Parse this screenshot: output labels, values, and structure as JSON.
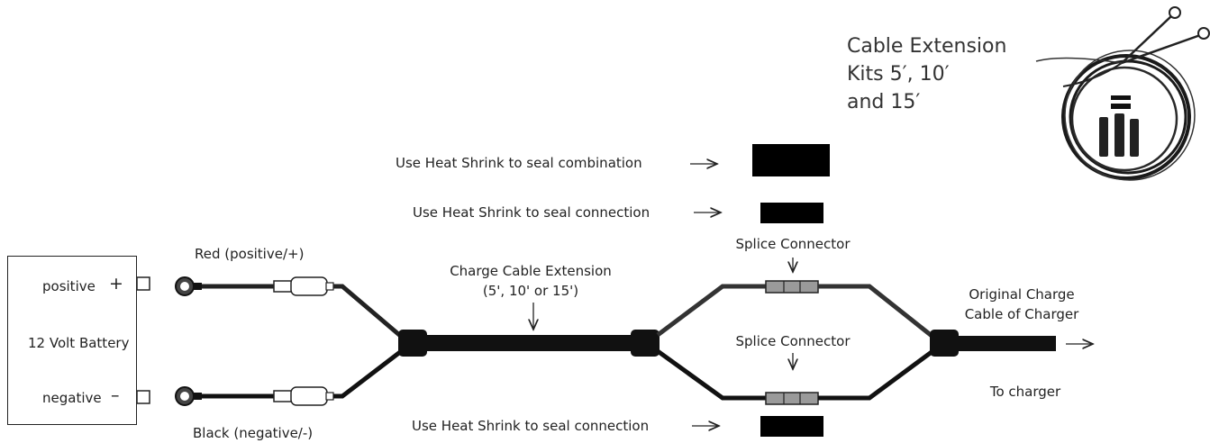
{
  "kit": {
    "title_lines": [
      "Cable Extension",
      "Kits 5′, 10′",
      "and 15′"
    ]
  },
  "battery": {
    "label": "12 Volt Battery",
    "positive_label": "positive",
    "positive_sign": "+",
    "negative_label": "negative",
    "negative_sign": "–"
  },
  "wires": {
    "red_label": "Red (positive/+)",
    "black_label": "Black (negative/-)"
  },
  "extension": {
    "label_line1": "Charge Cable Extension",
    "label_line2": "(5', 10' or 15')"
  },
  "splices": {
    "top_label": "Splice Connector",
    "bottom_label": "Splice Connector"
  },
  "heat_shrink": {
    "combination_label": "Use Heat Shrink to seal combination",
    "connection_top_label": "Use Heat Shrink to seal connection",
    "connection_bottom_label": "Use Heat Shrink to seal connection"
  },
  "original": {
    "label_line1": "Original Charge",
    "label_line2": "Cable of Charger",
    "to_charger": "To charger"
  },
  "colors": {
    "wire": "#1a1a1a",
    "thin_wire": "#333333",
    "connector_fill": "#ffffff",
    "splice_fill": "#9a9a9a"
  }
}
